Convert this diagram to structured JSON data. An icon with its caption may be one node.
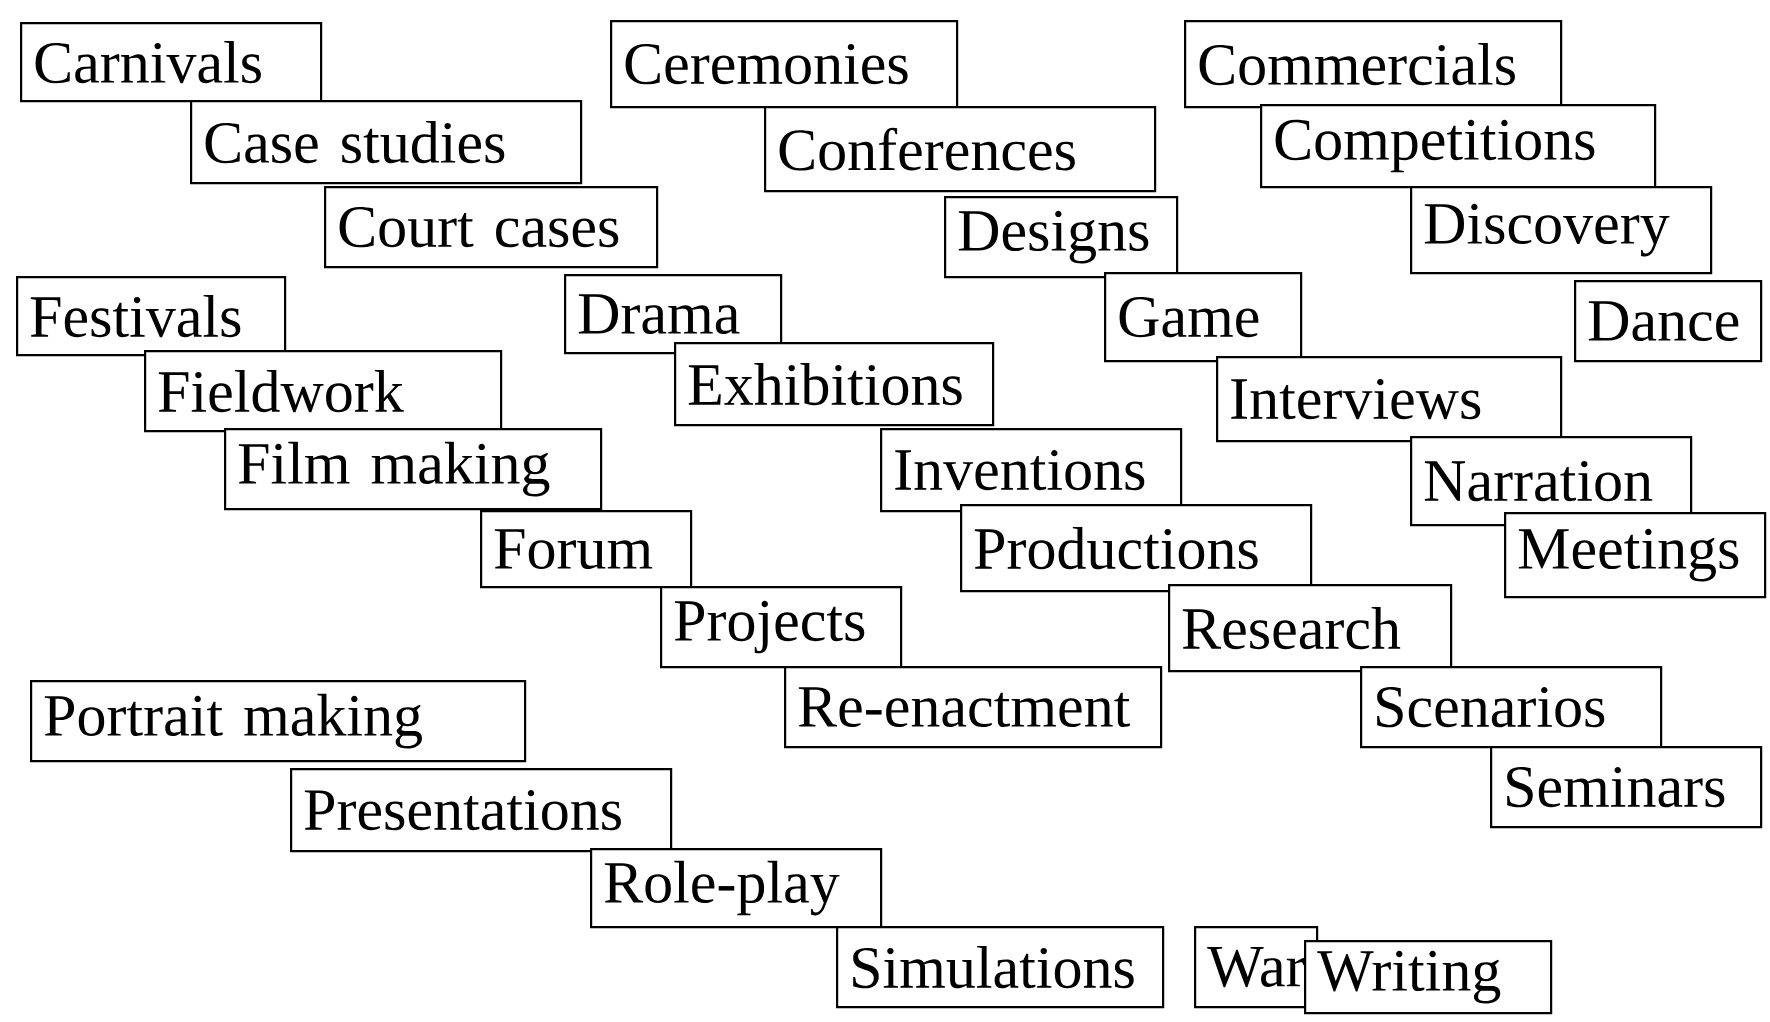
{
  "diagram": {
    "nodes": [
      {
        "text": [
          "Carnivals"
        ]
      },
      {
        "text": [
          "Case studies"
        ]
      },
      {
        "text": [
          "Court cases"
        ]
      },
      {
        "text": [
          "Festivals"
        ]
      },
      {
        "text": [
          "Fieldwork"
        ]
      },
      {
        "text": [
          "Film making"
        ]
      },
      {
        "text": [
          "Forum"
        ]
      },
      {
        "text": [
          "Projects"
        ]
      },
      {
        "text": [
          "Re-enactment"
        ]
      },
      {
        "text": [
          "Portrait making"
        ]
      },
      {
        "text": [
          "Presentations"
        ]
      },
      {
        "text": [
          "Role-play"
        ]
      },
      {
        "text": [
          "Simulations"
        ]
      },
      {
        "text": [
          "Ceremonies"
        ]
      },
      {
        "text": [
          "Conferences"
        ]
      },
      {
        "text": [
          "Designs"
        ]
      },
      {
        "text": [
          "Drama"
        ]
      },
      {
        "text": [
          "Exhibitions"
        ]
      },
      {
        "text": [
          "Game"
        ]
      },
      {
        "text": [
          "Inventions"
        ]
      },
      {
        "text": [
          "Productions"
        ]
      },
      {
        "text": [
          "Research"
        ]
      },
      {
        "text": [
          "Scenarios"
        ]
      },
      {
        "text": [
          "Seminars"
        ]
      },
      {
        "text": [
          "Commercials"
        ]
      },
      {
        "text": [
          "Competitions"
        ]
      },
      {
        "text": [
          "Discovery"
        ]
      },
      {
        "text": [
          "Dance"
        ]
      },
      {
        "text": [
          "Interviews"
        ]
      },
      {
        "text": [
          "Narration"
        ]
      },
      {
        "text": [
          "Meetings"
        ]
      },
      {
        "text": [
          "War"
        ]
      },
      {
        "text": [
          "Writing"
        ]
      }
    ]
  }
}
